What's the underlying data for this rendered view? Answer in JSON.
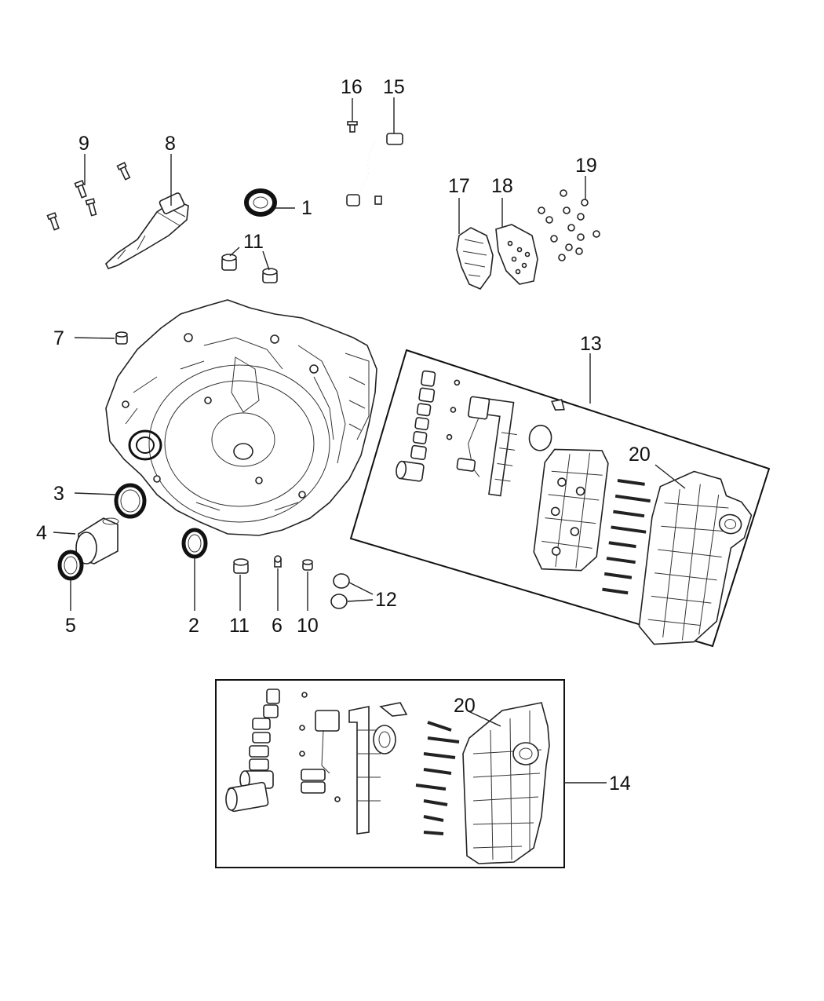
{
  "diagram": {
    "callouts": {
      "c1": "1",
      "c2": "2",
      "c3": "3",
      "c4": "4",
      "c5": "5",
      "c6": "6",
      "c7": "7",
      "c8": "8",
      "c9": "9",
      "c10": "10",
      "c11a": "11",
      "c11b": "11",
      "c12": "12",
      "c13": "13",
      "c14": "14",
      "c15": "15",
      "c16": "16",
      "c17": "17",
      "c18": "18",
      "c19": "19",
      "c20a": "20",
      "c20b": "20"
    }
  }
}
